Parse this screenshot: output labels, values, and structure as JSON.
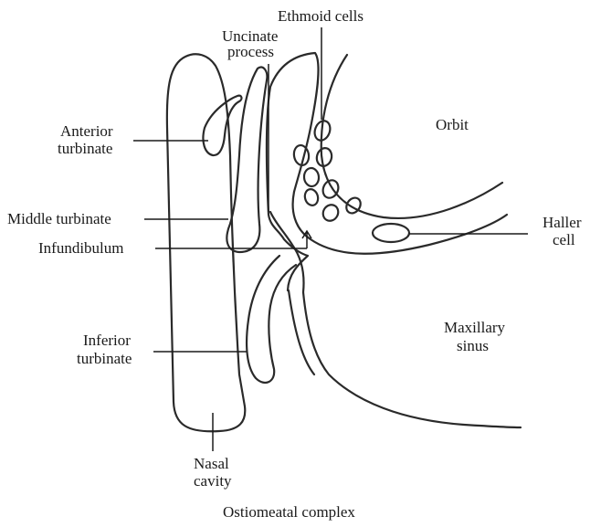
{
  "title": "Ostiomeatal complex",
  "labels": {
    "ethmoid_cells": "Ethmoid cells",
    "uncinate_process_line1": "Uncinate",
    "uncinate_process_line2": "process",
    "orbit": "Orbit",
    "anterior_turbinate_line1": "Anterior",
    "anterior_turbinate_line2": "turbinate",
    "middle_turbinate": "Middle turbinate",
    "infundibulum": "Infundibulum",
    "haller_cell_line1": "Haller",
    "haller_cell_line2": "cell",
    "inferior_turbinate_line1": "Inferior",
    "inferior_turbinate_line2": "turbinate",
    "maxillary_sinus_line1": "Maxillary",
    "maxillary_sinus_line2": "sinus",
    "nasal_cavity_line1": "Nasal",
    "nasal_cavity_line2": "cavity"
  },
  "colors": {
    "line": "#2a2a2a",
    "background": "#ffffff"
  }
}
